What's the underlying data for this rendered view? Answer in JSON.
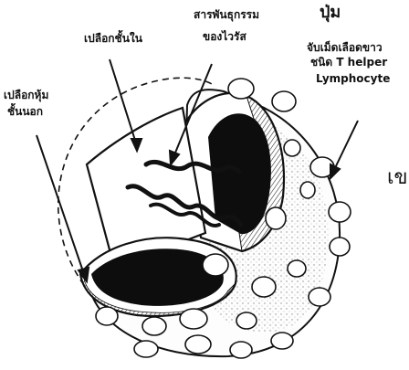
{
  "labels": {
    "inner_shell": "เปลือกชั้นใน",
    "genetic_material_line1": "สารพันธุกรรม",
    "genetic_material_line2": "ของไวรัส",
    "spike_title": "ปุ่ม",
    "spike_desc_line1": "จับเม็ดเลือดขาว",
    "spike_desc_line2": "ชนิด T helper",
    "spike_desc_line3": "Lymphocyte",
    "outer_envelope_line1": "เปลือกหุ้ม",
    "outer_envelope_line2": "ชั้นนอก",
    "edge_fragment": "เข"
  },
  "colors": {
    "ink": "#111111",
    "paper": "#ffffff",
    "core": "#0d0d0d"
  }
}
